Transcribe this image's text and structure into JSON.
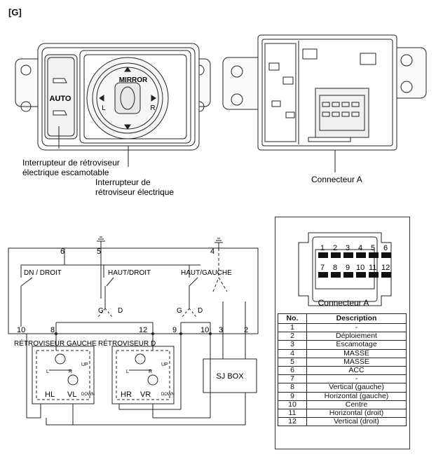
{
  "section_tag": "[G]",
  "callouts": {
    "retractable_switch": [
      "Interrupteur de rétroviseur",
      "électrique escamotable"
    ],
    "mirror_switch": [
      "Interrupteur de",
      "rétroviseur électrique"
    ],
    "connector": "Connecteur A"
  },
  "switch_face": {
    "auto_label": "AUTO",
    "mirror_label": "MIRROR",
    "left_label": "L",
    "right_label": "R"
  },
  "circuit": {
    "pins_top": [
      "6",
      "5",
      "4"
    ],
    "pins_bottom": [
      "10",
      "8",
      "12",
      "9",
      "10",
      "3",
      "2"
    ],
    "switch_labels": [
      "DN / DROIT",
      "HAUT/DROIT",
      "HAUT/GAUCHE"
    ],
    "selector_labels": [
      "G",
      "D",
      "G",
      "D"
    ],
    "mirror_left": {
      "title": "RÉTROVISEUR GAUCHE",
      "hl": "HL",
      "vl": "VL",
      "l": "L",
      "r": "R",
      "up": "UP",
      "down": "DOWN"
    },
    "mirror_right": {
      "title": "RÉTROVISEUR D",
      "hr": "HR",
      "vr": "VR",
      "l": "L",
      "r": "R",
      "up": "UP",
      "down": "DOWN"
    },
    "sj_box": "SJ BOX"
  },
  "connector_face": {
    "top_pins": [
      "1",
      "2",
      "3",
      "4",
      "5",
      "6"
    ],
    "bottom_pins": [
      "7",
      "8",
      "9",
      "10",
      "11",
      "12"
    ],
    "caption": "Connecteur A"
  },
  "pin_table": {
    "headers": [
      "No.",
      "Description"
    ],
    "rows": [
      [
        "1",
        "-"
      ],
      [
        "2",
        "Déploiement"
      ],
      [
        "3",
        "Escamotage"
      ],
      [
        "4",
        "MASSE"
      ],
      [
        "5",
        "MASSE"
      ],
      [
        "6",
        "ACC"
      ],
      [
        "7",
        "-"
      ],
      [
        "8",
        "Vertical (gauche)"
      ],
      [
        "9",
        "Horizontal (gauche)"
      ],
      [
        "10",
        "Centre"
      ],
      [
        "11",
        "Horizontal (droit)"
      ],
      [
        "12",
        "Vertical (droit)"
      ]
    ]
  }
}
